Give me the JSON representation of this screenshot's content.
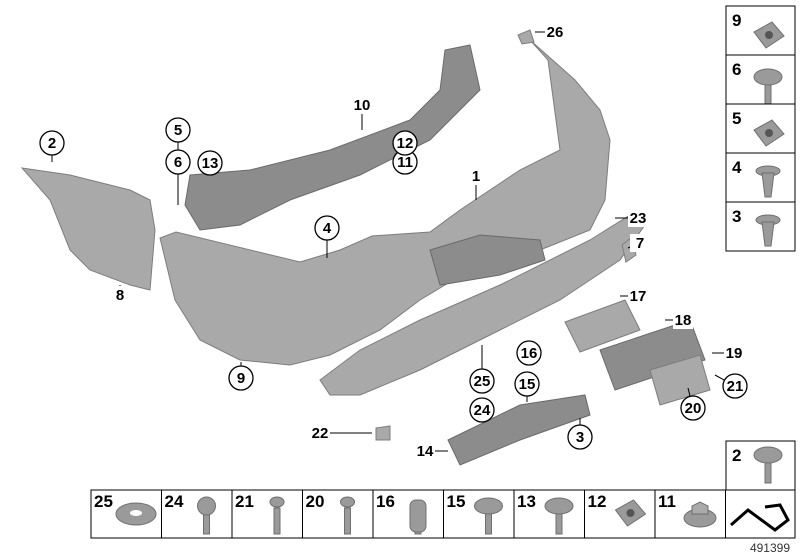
{
  "diagram_number": "491399",
  "callouts": [
    {
      "label": "1",
      "circled": false
    },
    {
      "label": "2",
      "circled": true
    },
    {
      "label": "3",
      "circled": true
    },
    {
      "label": "4",
      "circled": true
    },
    {
      "label": "5",
      "circled": true
    },
    {
      "label": "6",
      "circled": true
    },
    {
      "label": "7",
      "circled": false
    },
    {
      "label": "8",
      "circled": false
    },
    {
      "label": "9",
      "circled": true
    },
    {
      "label": "10",
      "circled": false
    },
    {
      "label": "11",
      "circled": true
    },
    {
      "label": "12",
      "circled": true
    },
    {
      "label": "13",
      "circled": true
    },
    {
      "label": "14",
      "circled": false
    },
    {
      "label": "15",
      "circled": true
    },
    {
      "label": "16",
      "circled": true
    },
    {
      "label": "17",
      "circled": false
    },
    {
      "label": "18",
      "circled": false
    },
    {
      "label": "19",
      "circled": false
    },
    {
      "label": "20",
      "circled": true
    },
    {
      "label": "21",
      "circled": true
    },
    {
      "label": "22",
      "circled": false
    },
    {
      "label": "23",
      "circled": false
    },
    {
      "label": "24",
      "circled": true
    },
    {
      "label": "25",
      "circled": true
    },
    {
      "label": "26",
      "circled": false
    }
  ],
  "side_legend": [
    "9",
    "6",
    "5",
    "4",
    "3"
  ],
  "side_legend_extra": "2",
  "bottom_legend": [
    "25",
    "24",
    "21",
    "20",
    "16",
    "15",
    "13",
    "12",
    "11"
  ],
  "bottom_legend_icons": [
    "washer",
    "hex-bolt",
    "torx-screw",
    "torx-self-tapping-screw",
    "expansion-nut",
    "collar-screw",
    "collar-screw",
    "spring-nut",
    "collar-nut"
  ],
  "side_legend_icons": [
    "clip-nut",
    "collar-screw",
    "square-nut",
    "expanding-rivet",
    "push-rivet"
  ]
}
